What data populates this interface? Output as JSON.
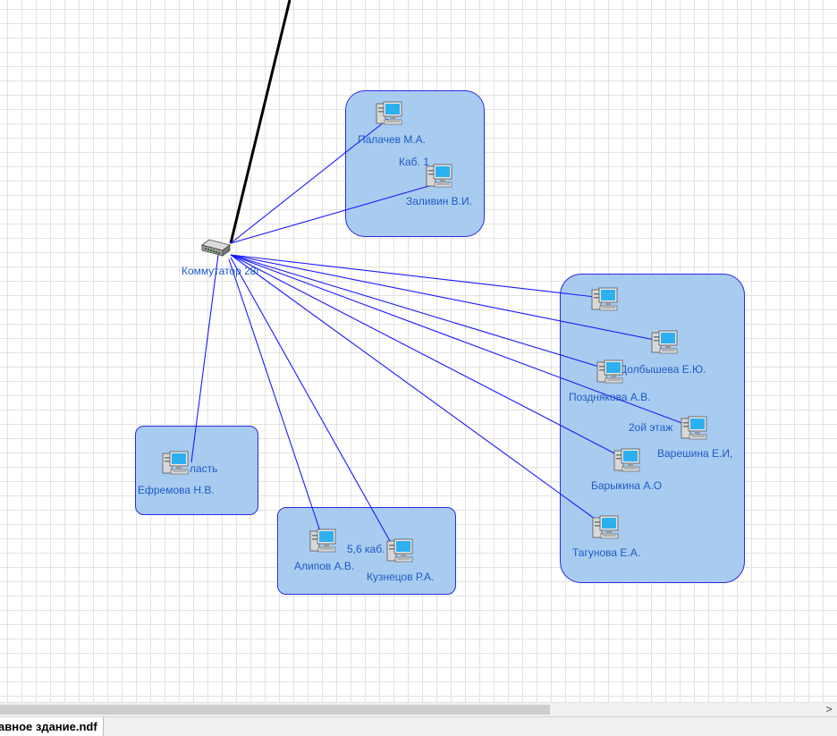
{
  "diagram": {
    "switch_label": "Коммутатор 28г",
    "group_labels": {
      "cab1": "Каб. 1",
      "floor2": "2ой этаж",
      "cab56": "5,6 каб.",
      "oblast": "ласть"
    },
    "pcs": {
      "palachev": "Палачев М.А.",
      "zalivin": "Заливин В.И.",
      "unnamed1": "",
      "dolbysheva": "Долбышева Е.Ю.",
      "pozdnyakova": "Позднякова А.В.",
      "vareshina": "Варешина Е.И,",
      "barykina": "Барыкина А.О",
      "tagunova": "Тагунова Е.А.",
      "efremova": "Ефремова Н.В.",
      "alipov": "Алипов А.В.",
      "kuznetsov": "Кузнецов Р.А."
    }
  },
  "colors": {
    "link": "#1a1aff",
    "uplink": "#000000",
    "group_fill": "#a8cbf0",
    "label": "#1e5bc6"
  },
  "scrollbar": {
    "right_arrow": ">"
  },
  "tabs": {
    "active_document": "авное здание.ndf"
  }
}
